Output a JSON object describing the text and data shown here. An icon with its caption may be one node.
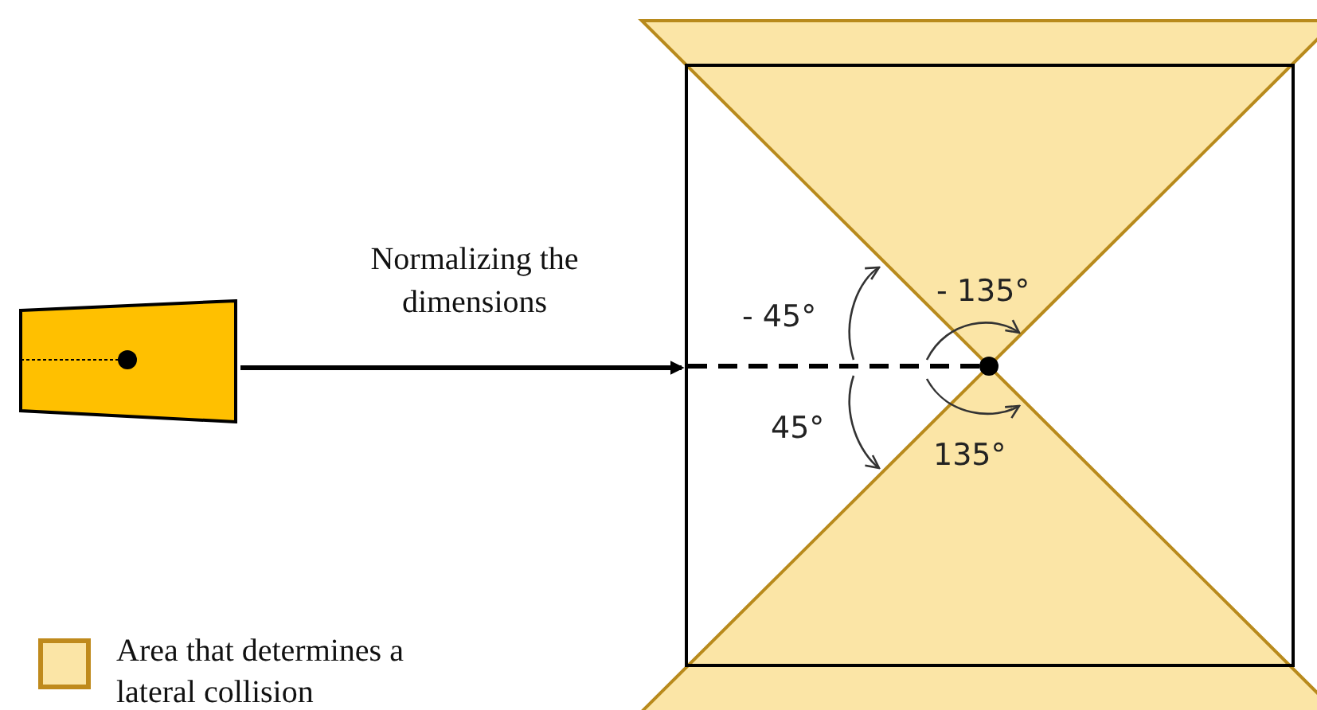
{
  "diagram": {
    "nodes": [
      {
        "text": [],
        "shape": "box"
      },
      {
        "text": [],
        "shape": "box"
      }
    ],
    "edges": [
      {
        "from": 0,
        "to": 1,
        "arrow": "to",
        "label": "Normalizing the dimensions"
      }
    ],
    "labels": [
      "- 45°",
      "- 135°",
      "45°",
      "135°"
    ],
    "legend": [
      {
        "text": "Area that determines a lateral collision",
        "color": "#fbe5a6"
      }
    ]
  }
}
